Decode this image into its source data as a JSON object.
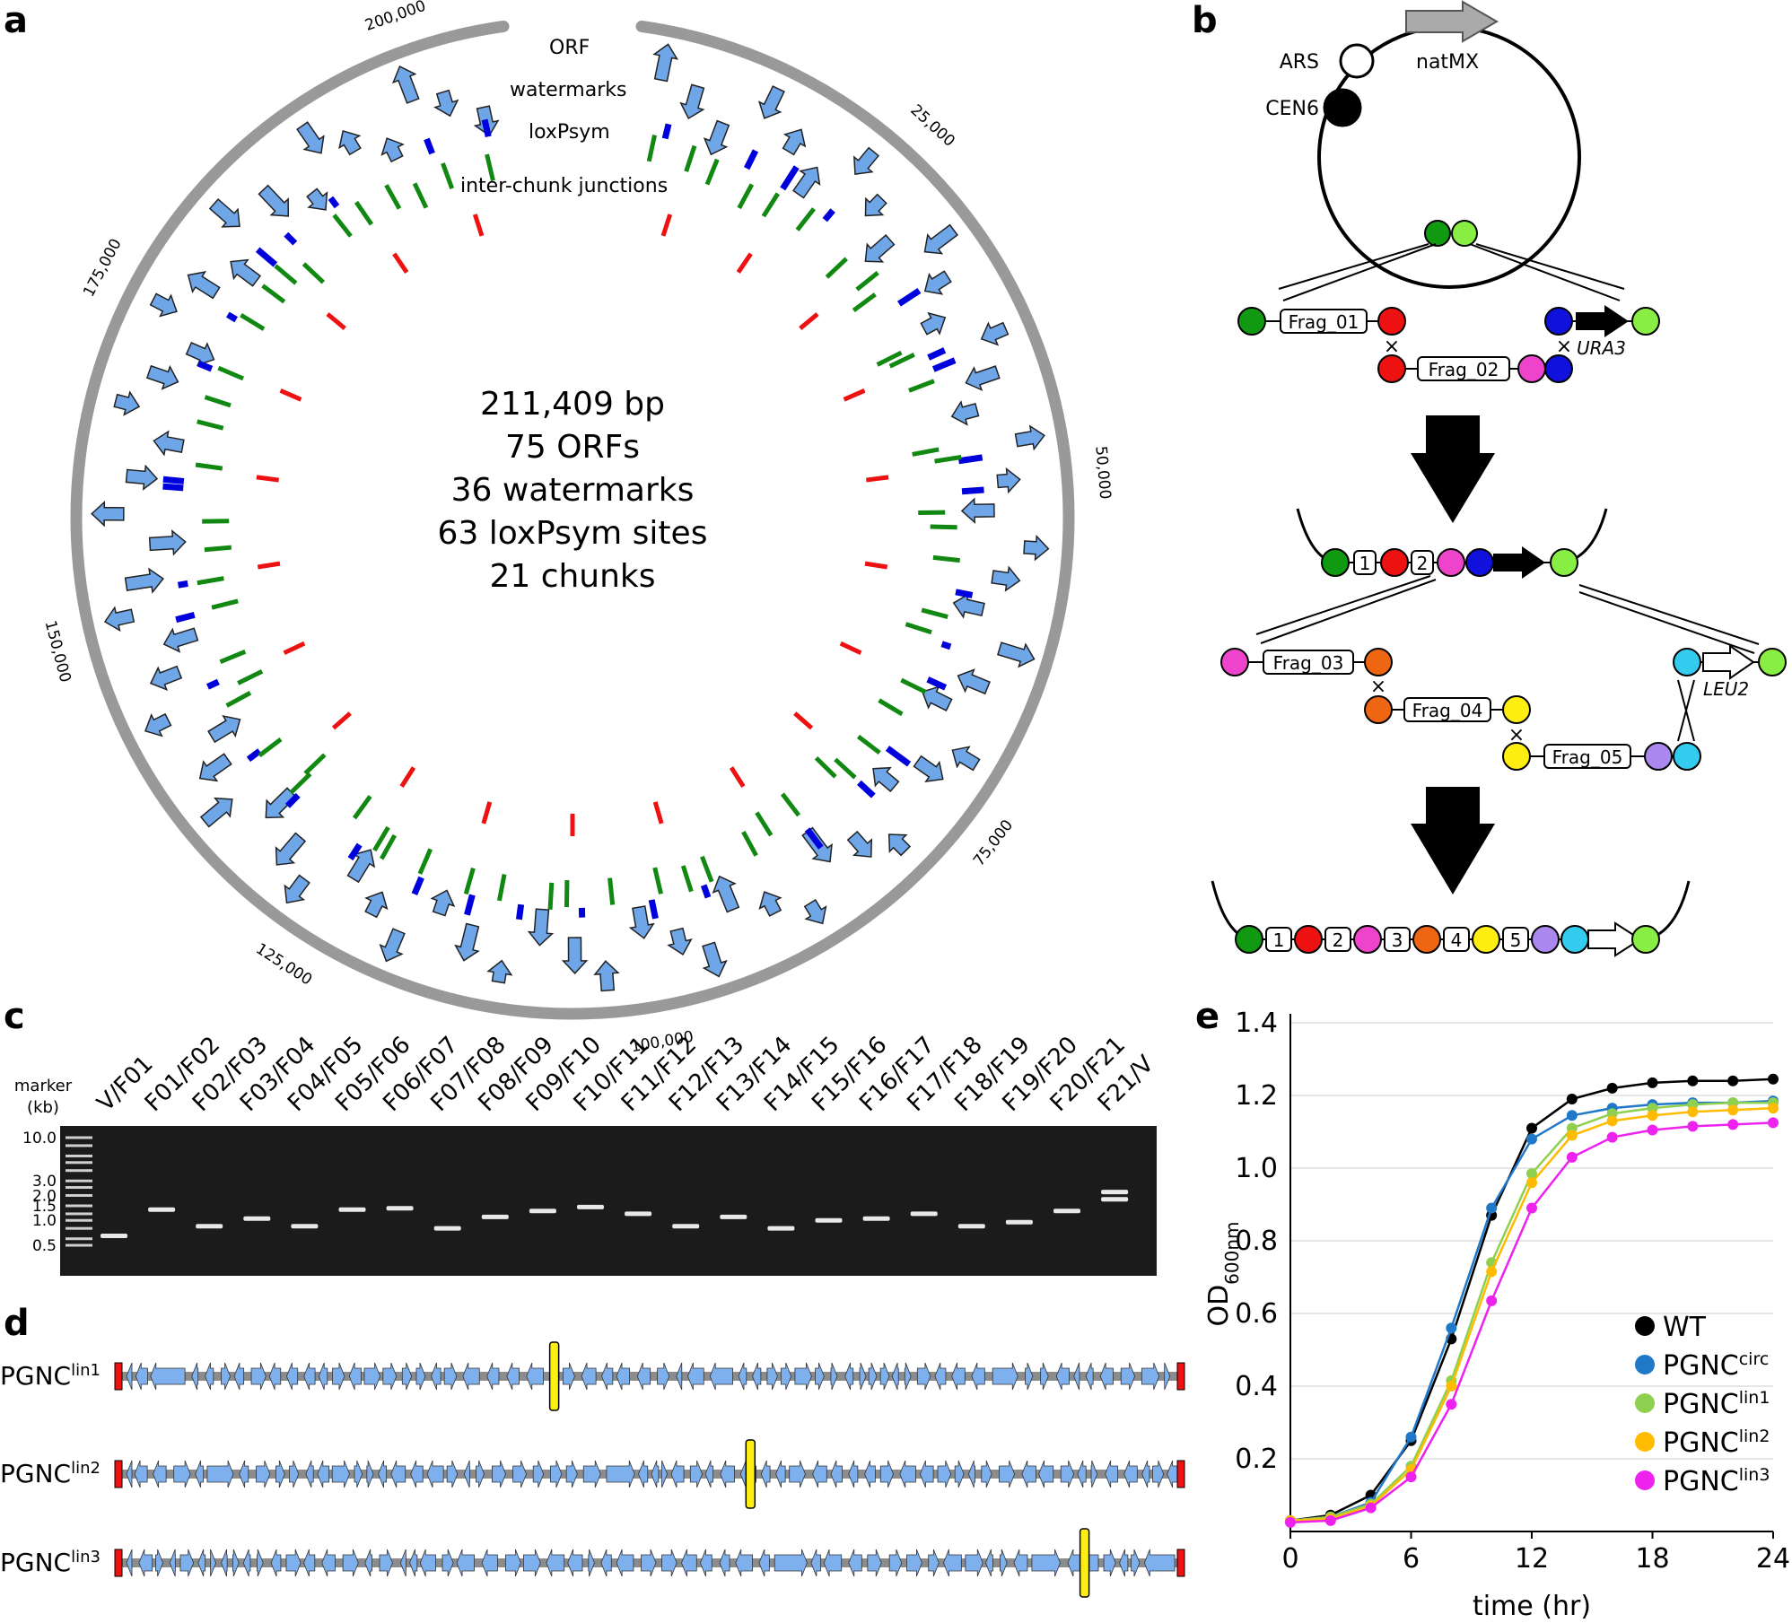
{
  "panels": {
    "a": {
      "label": "a",
      "legend": [
        "ORF",
        "watermarks",
        "loxPsym",
        "inter-chunk junctions"
      ],
      "center_text": [
        "211,409 bp",
        "75 ORFs",
        "36 watermarks",
        "63 loxPsym sites",
        "21 chunks"
      ],
      "ticks": [
        "25,000",
        "50,000",
        "75,000",
        "100,000",
        "125,000",
        "150,000",
        "175,000",
        "200,000"
      ],
      "genome_length": 211409,
      "colors": {
        "orf": "#6fa6e8",
        "watermark": "#0000dd",
        "loxpsym": "#118811",
        "junction": "#ee1111",
        "backbone": "#999999"
      }
    },
    "b": {
      "label": "b",
      "plasmid": {
        "ars": "ARS",
        "cen": "CEN6",
        "marker": "natMX"
      },
      "step1": {
        "frag01": "Frag_01",
        "frag02": "Frag_02",
        "marker": "URA3"
      },
      "step2": {
        "box1": "1",
        "box2": "2",
        "frag03": "Frag_03",
        "frag04": "Frag_04",
        "frag05": "Frag_05",
        "marker": "LEU2"
      },
      "final": {
        "boxes": [
          "1",
          "2",
          "3",
          "4",
          "5"
        ]
      }
    },
    "c": {
      "label": "c",
      "marker_title": [
        "marker",
        "(kb)"
      ],
      "marker_sizes": [
        "10.0",
        "3.0",
        "2.0",
        "1.5",
        "1.0",
        "0.5"
      ],
      "lanes": [
        "V/F01",
        "F01/F02",
        "F02/F03",
        "F03/F04",
        "F04/F05",
        "F05/F06",
        "F06/F07",
        "F07/F08",
        "F08/F09",
        "F09/F10",
        "F10/F11",
        "F11/F12",
        "F12/F13",
        "F13/F14",
        "F14/F15",
        "F15/F16",
        "F16/F17",
        "F17/F18",
        "F18/F19",
        "F19/F20",
        "F20/F21",
        "F21/V"
      ],
      "band_kb": [
        0.65,
        1.35,
        0.85,
        1.05,
        0.85,
        1.35,
        1.4,
        0.8,
        1.1,
        1.3,
        1.45,
        1.2,
        0.85,
        1.1,
        0.8,
        1.0,
        1.05,
        1.2,
        0.85,
        0.95,
        1.3,
        [
          2.2,
          1.8
        ]
      ]
    },
    "d": {
      "label": "d",
      "rows": [
        {
          "name": "PGNC",
          "sup": "lin1",
          "marker_pos": 0.41
        },
        {
          "name": "PGNC",
          "sup": "lin2",
          "marker_pos": 0.595
        },
        {
          "name": "PGNC",
          "sup": "lin3",
          "marker_pos": 0.91
        }
      ]
    },
    "e": {
      "label": "e"
    }
  },
  "chart_data": {
    "type": "line",
    "xlabel": "time (hr)",
    "ylabel": "OD",
    "ylabel_sub": "600nm",
    "xlim": [
      0,
      24
    ],
    "ylim": [
      0,
      1.4
    ],
    "xticks": [
      0,
      6,
      12,
      18,
      24
    ],
    "yticks": [
      0.2,
      0.4,
      0.6,
      0.8,
      1.0,
      1.2,
      1.4
    ],
    "ytick_labels": [
      "0.2",
      "0.4",
      "0.6",
      "0.8",
      "1.0",
      "1.2",
      "1.4"
    ],
    "grid": true,
    "legend_position": "bottom-right",
    "x": [
      0,
      2,
      4,
      6,
      8,
      10,
      12,
      14,
      16,
      18,
      20,
      22,
      24
    ],
    "series": [
      {
        "name": "WT",
        "sup": "",
        "color": "#000000",
        "values": [
          0.03,
          0.045,
          0.1,
          0.25,
          0.53,
          0.87,
          1.11,
          1.19,
          1.22,
          1.235,
          1.24,
          1.24,
          1.245
        ]
      },
      {
        "name": "PGNC",
        "sup": "circ",
        "color": "#1f78c8",
        "values": [
          0.03,
          0.04,
          0.08,
          0.26,
          0.56,
          0.89,
          1.08,
          1.145,
          1.165,
          1.175,
          1.18,
          1.18,
          1.185
        ]
      },
      {
        "name": "PGNC",
        "sup": "lin1",
        "color": "#90d050",
        "values": [
          0.03,
          0.04,
          0.075,
          0.18,
          0.415,
          0.74,
          0.985,
          1.11,
          1.15,
          1.165,
          1.175,
          1.18,
          1.18
        ]
      },
      {
        "name": "PGNC",
        "sup": "lin2",
        "color": "#ffbb00",
        "values": [
          0.03,
          0.035,
          0.07,
          0.17,
          0.4,
          0.715,
          0.96,
          1.09,
          1.13,
          1.145,
          1.155,
          1.16,
          1.165
        ]
      },
      {
        "name": "PGNC",
        "sup": "lin3",
        "color": "#ee22ee",
        "values": [
          0.025,
          0.03,
          0.065,
          0.15,
          0.35,
          0.635,
          0.89,
          1.03,
          1.085,
          1.105,
          1.115,
          1.12,
          1.125
        ]
      }
    ]
  }
}
